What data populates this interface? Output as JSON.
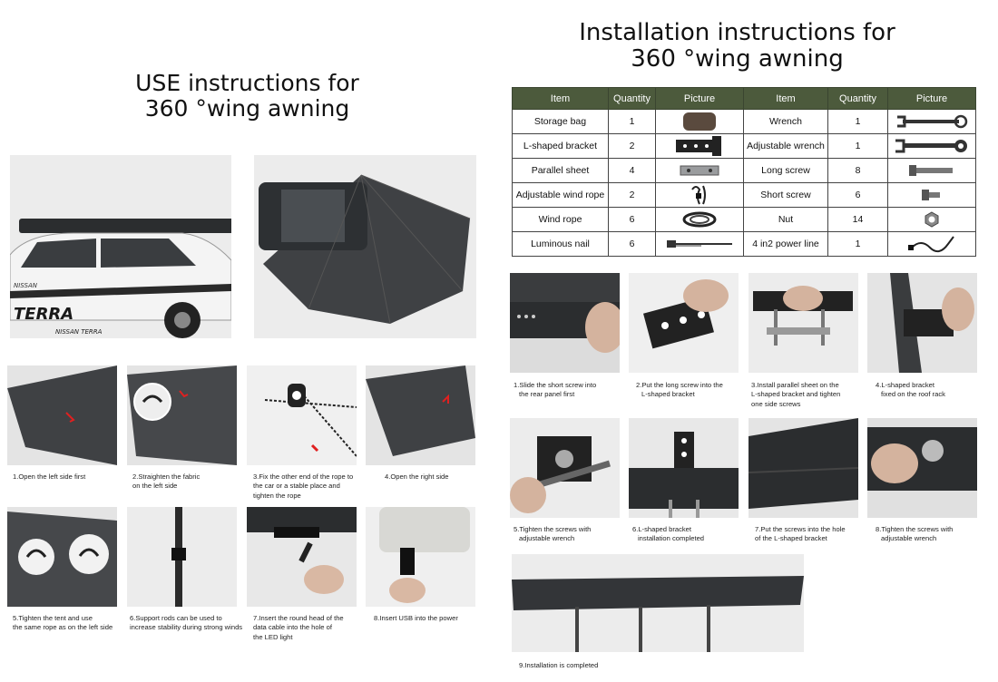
{
  "use_section": {
    "title_lines": [
      "USE instructions  for",
      "360 °wing awning"
    ],
    "steps": [
      {
        "lines": [
          "1.Open the left side first"
        ]
      },
      {
        "lines": [
          "2.Straighten the fabric",
          "on the left side"
        ]
      },
      {
        "lines": [
          "3.Fix the other end of the rope to",
          "the car or a stable place and",
          "tighten the rope"
        ]
      },
      {
        "lines": [
          "4.Open the right side"
        ]
      },
      {
        "lines": [
          "5.Tighten the tent and use",
          "the same rope as on the left side"
        ]
      },
      {
        "lines": [
          "6.Support rods can be used to",
          "increase stability during strong winds"
        ]
      },
      {
        "lines": [
          "7.Insert the round head of the",
          "data cable into the hole of",
          "the LED light"
        ]
      },
      {
        "lines": [
          "8.Insert USB into the power"
        ]
      }
    ]
  },
  "car_brand": {
    "side_text": "TERRA",
    "badge": "NISSAN TERRA",
    "door_text": "NISSAN"
  },
  "install_section": {
    "title_lines": [
      "Installation instructions for",
      "360 °wing awning"
    ],
    "table": {
      "headers": [
        "Item",
        "Quantity",
        "Picture",
        "Item",
        "Quantity",
        "Picture"
      ],
      "rows": [
        {
          "item1": "Storage bag",
          "qty1": "1",
          "icon1": "storage-bag-icon",
          "item2": "Wrench",
          "qty2": "1",
          "icon2": "wrench-icon"
        },
        {
          "item1": "L-shaped bracket",
          "qty1": "2",
          "icon1": "l-bracket-icon",
          "item2": "Adjustable wrench",
          "qty2": "1",
          "icon2": "ratchet-wrench-icon"
        },
        {
          "item1": "Parallel sheet",
          "qty1": "4",
          "icon1": "parallel-sheet-icon",
          "item2": "Long screw",
          "qty2": "8",
          "icon2": "long-screw-icon"
        },
        {
          "item1": "Adjustable wind rope",
          "qty1": "2",
          "icon1": "wind-rope-icon",
          "item2": "Short screw",
          "qty2": "6",
          "icon2": "short-screw-icon"
        },
        {
          "item1": "Wind rope",
          "qty1": "6",
          "icon1": "rope-coil-icon",
          "item2": "Nut",
          "qty2": "14",
          "icon2": "nut-icon"
        },
        {
          "item1": "Luminous nail",
          "qty1": "6",
          "icon1": "nail-icon",
          "item2": "4 in2 power line",
          "qty2": "1",
          "icon2": "power-line-icon"
        }
      ]
    },
    "steps": [
      {
        "lines": [
          "1.Slide the short screw into",
          "the rear panel first"
        ]
      },
      {
        "lines": [
          "2.Put the long screw into the",
          "L-shaped bracket"
        ]
      },
      {
        "lines": [
          "3.Install parallel sheet on the",
          "L-shaped bracket and tighten",
          "one side screws"
        ]
      },
      {
        "lines": [
          "4.L-shaped bracket",
          "fixed on the roof rack"
        ]
      },
      {
        "lines": [
          "5.Tighten the screws with",
          "adjustable wrench"
        ]
      },
      {
        "lines": [
          "6.L-shaped bracket",
          "installation completed"
        ]
      },
      {
        "lines": [
          "7.Put the screws into the hole",
          "of the L-shaped bracket"
        ]
      },
      {
        "lines": [
          "8.Tighten the screws with",
          "adjustable wrench"
        ]
      },
      {
        "lines": [
          "9.Installation is completed"
        ]
      }
    ]
  },
  "colors": {
    "table_header": "#4c5a3c",
    "fabric": "#3f4144",
    "photo_bg": "#e9e9e9"
  }
}
